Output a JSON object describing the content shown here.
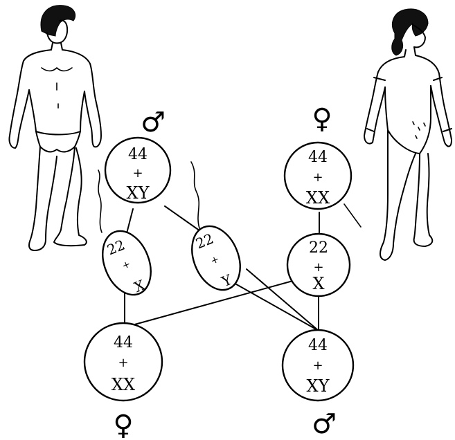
{
  "parents": {
    "father": {
      "symbol": "♂",
      "autosomes": "44",
      "plus": "+",
      "sex_chromosomes": "XY"
    },
    "mother": {
      "symbol": "♀",
      "autosomes": "44",
      "plus": "+",
      "sex_chromosomes": "XX"
    }
  },
  "gametes": {
    "sperm_x": {
      "autosomes": "22",
      "plus": "+",
      "sex_chromosome": "X"
    },
    "sperm_y": {
      "autosomes": "22",
      "plus": "+",
      "sex_chromosome": "Y"
    },
    "egg_x": {
      "autosomes": "22",
      "plus": "+",
      "sex_chromosome": "X"
    }
  },
  "offspring": {
    "daughter": {
      "symbol": "♀",
      "autosomes": "44",
      "plus": "+",
      "sex_chromosomes": "XX"
    },
    "son": {
      "symbol": "♂",
      "autosomes": "44",
      "plus": "+",
      "sex_chromosomes": "XY"
    }
  }
}
